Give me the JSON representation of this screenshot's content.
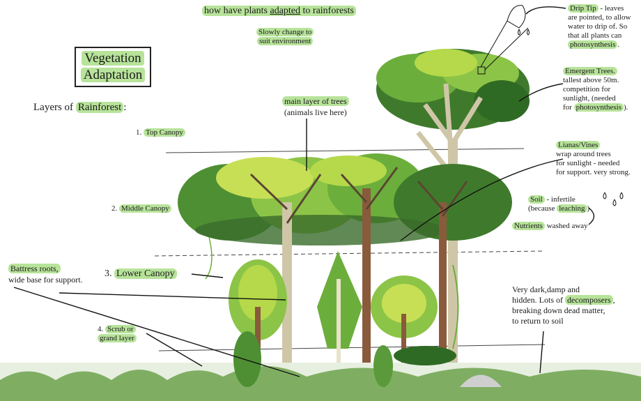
{
  "title_box": {
    "line1": "Vegetation",
    "line2": "Adaptation"
  },
  "layers_heading": {
    "prefix": "Layers of ",
    "highlight": "Rainforest",
    "suffix": ":"
  },
  "question": {
    "pre": "how have plants ",
    "highlight": "adapted",
    "post": " to rainforests"
  },
  "answer": {
    "line1": "Slowly change to",
    "line2": "suit environment"
  },
  "layers": {
    "top": {
      "number": "1.",
      "label": "Top Canopy"
    },
    "middle": {
      "number": "2.",
      "label": "Middle Canopy"
    },
    "lower": {
      "number": "3.",
      "label": "Lower Canopy"
    },
    "scrub": {
      "number": "4.",
      "label1": "Scrub or",
      "label2": "grand layer"
    }
  },
  "main_layer": {
    "line1": "main layer of trees",
    "line2": "(animals live here)"
  },
  "drip_tip": {
    "title": "Drip Tip",
    "text1": " - leaves",
    "text2": "are pointed, to allow",
    "text3": "water to drip of. So",
    "text4": "that all plants can",
    "highlight": "photosynthesis",
    "end": "."
  },
  "emergent": {
    "title": "Emergent Trees.",
    "line1": "tallest above 50m.",
    "line2": "competition for",
    "line3": "sunlight, (needed",
    "line4pre": "for ",
    "line4hl": "photosynthesis",
    "line4post": ")."
  },
  "lianas": {
    "title": "Lianas/Vines",
    "line1": "wrap around trees",
    "line2": "for sunlight - needed",
    "line3": "for support. very strong."
  },
  "soil": {
    "title": "Soil",
    "text": " - infertile",
    "line2pre": "(because ",
    "line2hl": "leaching",
    "line2post": ")",
    "nutrients": "Nutrients",
    "nutrients_post": " washed away"
  },
  "battress": {
    "title": "Battress roots,",
    "line2": "wide base for support."
  },
  "dark": {
    "line1": "Very dark,damp and",
    "line2pre": "hidden. Lots of ",
    "line2hl": "decomposers",
    "line2post": ",",
    "line3": "breaking down dead matter,",
    "line4": "to return to soil"
  },
  "colors": {
    "highlight": "#b7e39a",
    "leaf_dark": "#3f7a2c",
    "leaf_mid": "#6cae3b",
    "leaf_light": "#b5d94a",
    "trunk": "#8a5a3c",
    "trunk_pale": "#cfc6a8"
  }
}
